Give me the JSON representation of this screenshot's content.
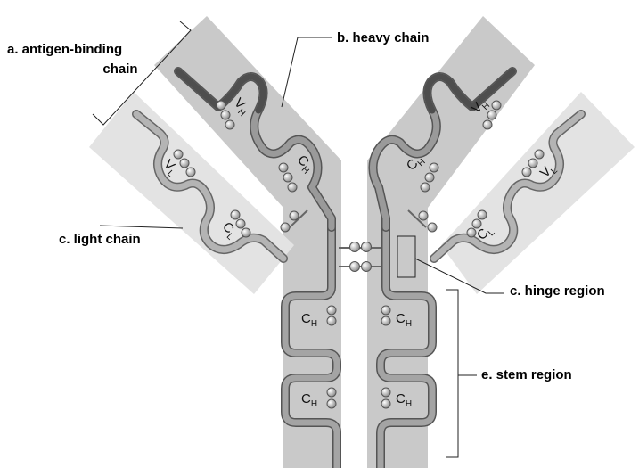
{
  "labels": {
    "antigen_binding_line1": "a. antigen-binding",
    "antigen_binding_line2": "chain",
    "heavy_chain": "b. heavy chain",
    "light_chain": "c. light chain",
    "hinge_region": "c. hinge region",
    "stem_region": "e. stem region"
  },
  "domains": {
    "constant": "C",
    "variable": "V",
    "heavy_sub": "H",
    "light_sub": "L"
  },
  "colors": {
    "heavy_band": "#c9c9c9",
    "light_band": "#e3e3e3",
    "heavy_tube": "#8a8a8a",
    "light_tube": "#b4b4b4",
    "variable_tube": "#5a5a5a"
  }
}
